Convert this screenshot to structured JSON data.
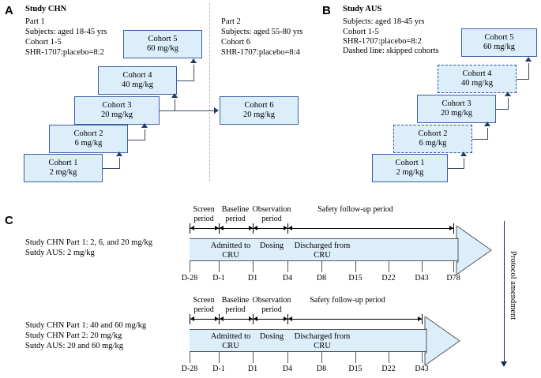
{
  "figure": {
    "panels": [
      "A",
      "B",
      "C"
    ]
  },
  "panelA": {
    "letter": "A",
    "title": "Study CHN",
    "part1": {
      "lines": [
        "Part 1",
        "Subjects: aged 18-45 yrs",
        "Cohort 1-5",
        "SHR-1707:placebo=8:2"
      ],
      "cohorts": [
        {
          "name": "Cohort 1",
          "dose": "2 mg/kg",
          "style": "solid"
        },
        {
          "name": "Cohort 2",
          "dose": "6 mg/kg",
          "style": "solid"
        },
        {
          "name": "Cohort 3",
          "dose": "20 mg/kg",
          "style": "solid"
        },
        {
          "name": "Cohort 4",
          "dose": "40 mg/kg",
          "style": "solid"
        },
        {
          "name": "Cohort 5",
          "dose": "60 mg/kg",
          "style": "solid"
        }
      ]
    },
    "part2": {
      "lines": [
        "Part 2",
        "Subjects: aged 55-80 yrs",
        "Cohort 6",
        "SHR-1707:placebo=8:4"
      ],
      "cohorts": [
        {
          "name": "Cohort 6",
          "dose": "20 mg/kg",
          "style": "solid"
        }
      ]
    }
  },
  "panelB": {
    "letter": "B",
    "title": "Study AUS",
    "lines": [
      "Subjects: aged 18-45 yrs",
      "Cohort 1-5",
      "SHR-1707:placebo=8:2",
      "Dashed line: skipped cohorts"
    ],
    "cohorts": [
      {
        "name": "Cohort 1",
        "dose": "2 mg/kg",
        "style": "solid"
      },
      {
        "name": "Cohort 2",
        "dose": "6 mg/kg",
        "style": "dashed"
      },
      {
        "name": "Cohort 3",
        "dose": "20 mg/kg",
        "style": "solid"
      },
      {
        "name": "Cohort 4",
        "dose": "40 mg/kg",
        "style": "dashed"
      },
      {
        "name": "Cohort 5",
        "dose": "60 mg/kg",
        "style": "solid"
      }
    ]
  },
  "panelC": {
    "letter": "C",
    "protocol_amendment_label": "Protocol amendment",
    "timelines": [
      {
        "id": "timeline-1",
        "description_lines": [
          "Study CHN Part 1: 2, 6, and 20 mg/kg",
          "Sutdy AUS: 2 mg/kg"
        ],
        "periods": [
          {
            "label": "Screen period",
            "from": "D-28",
            "to": "D-1"
          },
          {
            "label": "Baseline period",
            "from": "D-1",
            "to": "D1"
          },
          {
            "label": "Observation period",
            "from": "D1",
            "to": "D4"
          },
          {
            "label": "Safety follow-up period",
            "from": "D4",
            "to": "D78"
          }
        ],
        "events": [
          "Admitted to CRU",
          "Dosing",
          "Discharged from CRU"
        ],
        "ticks": [
          "D-28",
          "D-1",
          "D1",
          "D4",
          "D8",
          "D15",
          "D22",
          "D43",
          "D78"
        ]
      },
      {
        "id": "timeline-2",
        "description_lines": [
          "Study CHN Part 1: 40 and 60 mg/kg",
          "Study CHN Part 2: 20 mg/kg",
          "Sutdy AUS: 20 and 60 mg/kg"
        ],
        "periods": [
          {
            "label": "Screen period",
            "from": "D-28",
            "to": "D-1"
          },
          {
            "label": "Baseline period",
            "from": "D-1",
            "to": "D1"
          },
          {
            "label": "Observation period",
            "from": "D1",
            "to": "D4"
          },
          {
            "label": "Safety follow-up period",
            "from": "D4",
            "to": "D43"
          }
        ],
        "events": [
          "Admitted to CRU",
          "Dosing",
          "Discharged from CRU"
        ],
        "ticks": [
          "D-28",
          "D-1",
          "D1",
          "D4",
          "D8",
          "D15",
          "D22",
          "D43"
        ]
      }
    ]
  },
  "colors": {
    "box_fill": "#ddeefb",
    "box_border": "#3b5fa8",
    "connector": "#3a4a63",
    "amendment": "#1b2a55"
  }
}
